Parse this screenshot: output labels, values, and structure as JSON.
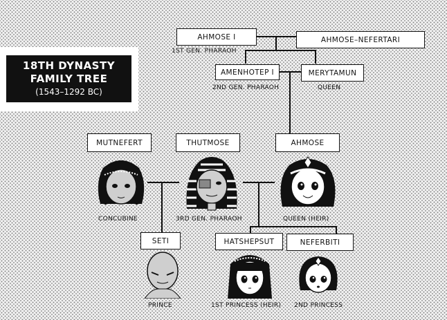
{
  "title": {
    "line1": "18TH DYNASTY",
    "line2": "FAMILY TREE",
    "line3": "(1543–1292 BC)"
  },
  "people": {
    "ahmose_i": {
      "name": "AHMOSE I",
      "role": "1ST GEN. PHARAOH"
    },
    "ahmose_nefertari": {
      "name": "AHMOSE–NEFERTARI"
    },
    "amenhotep_i": {
      "name": "AMENHOTEP I",
      "role": "2ND GEN. PHARAOH"
    },
    "merytamun": {
      "name": "MERYTAMUN",
      "role": "QUEEN"
    },
    "mutnefert": {
      "name": "MUTNEFERT",
      "role": "CONCUBINE"
    },
    "thutmose": {
      "name": "THUTMOSE",
      "role": "3RD GEN. PHARAOH"
    },
    "ahmose": {
      "name": "AHMOSE",
      "role": "QUEEN (HEIR)"
    },
    "seti": {
      "name": "SETI",
      "role": "PRINCE"
    },
    "hatshepsut": {
      "name": "HATSHEPSUT",
      "role": "1ST PRINCESS (HEIR)"
    },
    "neferbiti": {
      "name": "NEFERBITI",
      "role": "2ND PRINCESS"
    }
  },
  "colors": {
    "ink": "#111111",
    "paper": "#ffffff",
    "screentone": "#f1f1f1"
  }
}
